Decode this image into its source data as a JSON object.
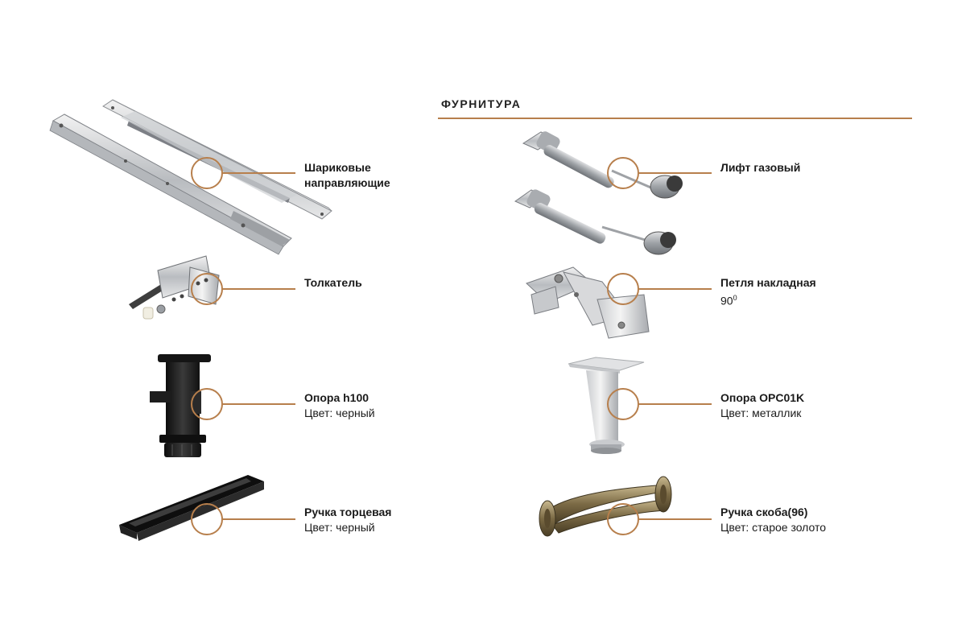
{
  "heading": "ФУРНИТУРА",
  "items": [
    {
      "name": "Шариковые",
      "name2": "направляющие",
      "note": ""
    },
    {
      "name": "Толкатель",
      "note": ""
    },
    {
      "name": "Опора h100",
      "note": "Цвет: черный"
    },
    {
      "name": "Ручка торцевая",
      "note": "Цвет: черный"
    },
    {
      "name": "Лифт газовый",
      "note": ""
    },
    {
      "name": "Петля накладная",
      "note": "90",
      "note_sup": "0"
    },
    {
      "name": "Опора OPC01K",
      "note": "Цвет: металлик"
    },
    {
      "name": "Ручка скоба(96)",
      "note": "Цвет: старое золото"
    }
  ],
  "colors": {
    "accent": "#b77f4c",
    "text": "#1b1b1b"
  },
  "icons": {
    "drawer-slides": "ball-bearing-drawer-slides-illustration",
    "push-latch": "push-latch-illustration",
    "plastic-leg": "black-plastic-leg-illustration",
    "edge-handle": "black-edge-profile-handle-illustration",
    "gas-lift": "gas-lift-strut-illustration",
    "hinge": "overlay-hinge-illustration",
    "metal-leg": "metal-leg-illustration",
    "bow-handle": "antique-bow-handle-illustration"
  }
}
